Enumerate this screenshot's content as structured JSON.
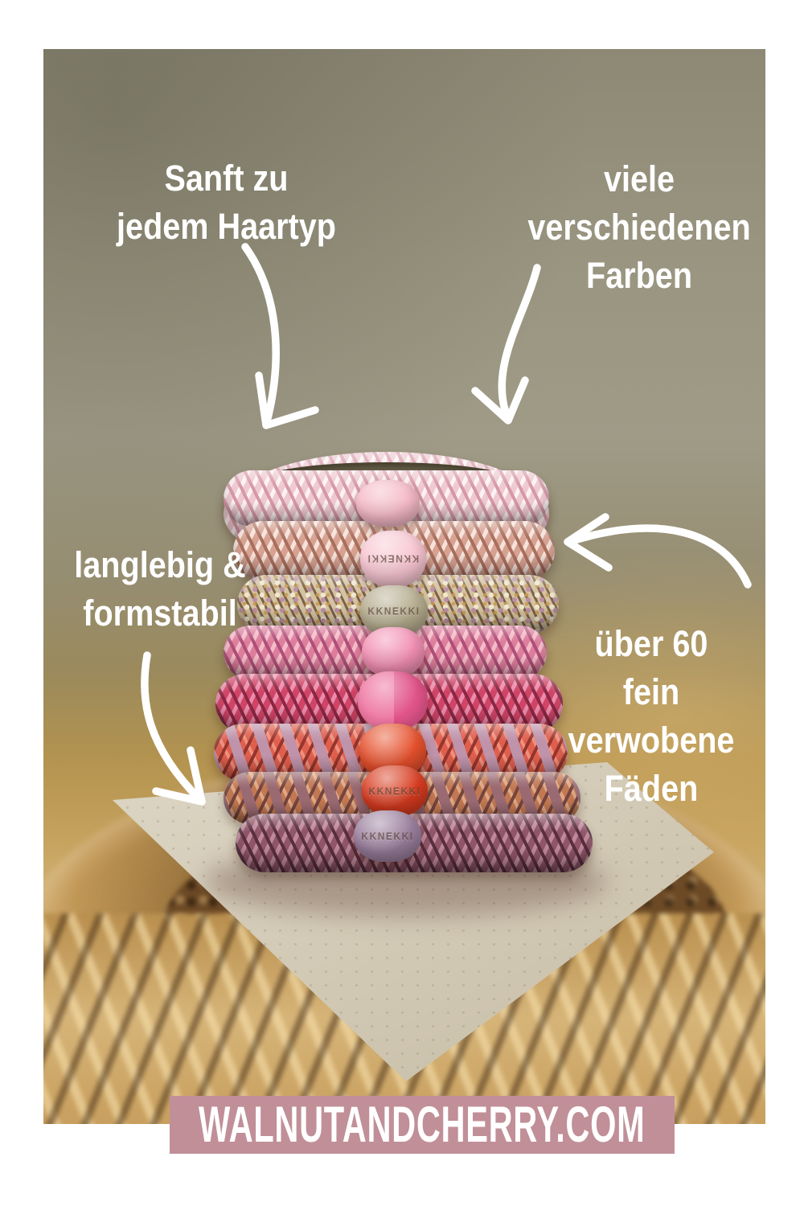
{
  "page": {
    "background": "#ffffff"
  },
  "photo": {
    "alt": "Stack of eight braided hair ties on a stone coaster on a round wooden tray",
    "background_olive": "#99957f",
    "background_tan": "#c7a45f",
    "coaster_color": "#e4ded0",
    "tray_color": "#c19756"
  },
  "annotations": {
    "color": "#ffffff",
    "top_left": {
      "lines": [
        "Sanft zu",
        "jedem Haartyp"
      ]
    },
    "top_right": {
      "lines": [
        "viele",
        "verschiedenen",
        "Farben"
      ]
    },
    "mid_left": {
      "lines": [
        "langlebig &",
        "formstabil"
      ]
    },
    "mid_right": {
      "lines": [
        "über 60",
        "fein",
        "verwobene",
        "Fäden"
      ]
    }
  },
  "icons": {
    "arrows": [
      "curved-arrow-down-left-icon",
      "curved-arrow-down-icon",
      "curved-arrow-left-icon",
      "curved-arrow-down-right-icon"
    ],
    "arrow_color": "#ffffff"
  },
  "product": {
    "brand": "KKNEKKI",
    "hair_ties": [
      {
        "name": "pale-pink",
        "base": "#eec9d2",
        "light": "#fdf1f3",
        "dark": "#d698a6",
        "bead": "#f5b9c7",
        "bead_label": ""
      },
      {
        "name": "rose-beige",
        "base": "#d7a292",
        "light": "#f6e2d9",
        "dark": "#a96f5e",
        "bead": "#f8c6d2",
        "bead_label": "KKNEKKI"
      },
      {
        "name": "glitter-multi",
        "base": "#d3c3a2",
        "light": "#f0e7cf",
        "dark": "#7c6148",
        "accent": "#bb8fa6",
        "bead": "#b4ab8d",
        "bead_label": "KKNEKKI"
      },
      {
        "name": "rose-pink",
        "base": "#dd7e9c",
        "light": "#f4bac9",
        "dark": "#ad4f76",
        "bead": "#f28fb2",
        "bead_label": ""
      },
      {
        "name": "magenta",
        "base": "#d04467",
        "light": "#ec8cad",
        "dark": "#8a2743",
        "bead": "#ee77a2",
        "bead2": "#e1548a",
        "bead_label": ""
      },
      {
        "name": "coral-lilac",
        "base": "#df5f4e",
        "light": "#f0907e",
        "dark": "#96352c",
        "accent": "#bf93aa",
        "bead": "#e6502c",
        "bead_label": ""
      },
      {
        "name": "terracotta-mauve",
        "base": "#c27852",
        "light": "#dfa785",
        "dark": "#74453e",
        "accent": "#9a6a72",
        "bead": "#d83b1f",
        "bead_label": "KKNEKKI"
      },
      {
        "name": "plum",
        "base": "#8f5568",
        "light": "#bf899b",
        "dark": "#592e3d",
        "bead": "#997e9c",
        "bead_label": "KKNEKKI"
      }
    ]
  },
  "banner": {
    "text": "WALNUTANDCHERRY.COM",
    "background": "#c18f98",
    "color": "#ffffff"
  }
}
